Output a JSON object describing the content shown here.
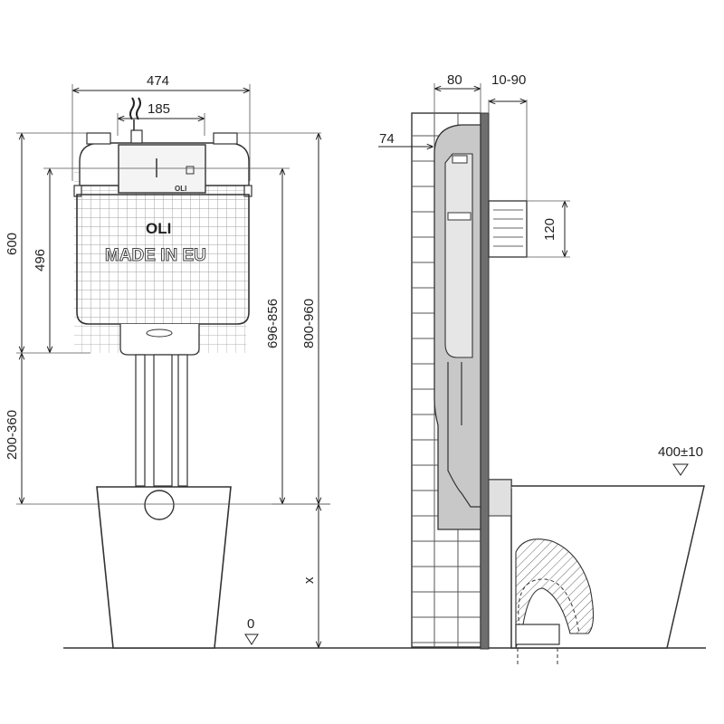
{
  "front_view": {
    "dim_width": "474",
    "dim_inlet_offset": "185",
    "dim_cistern_height": "600",
    "dim_frame_height": "496",
    "dim_leg_range": "200-360",
    "dim_outlet_range": "696-856",
    "dim_total_range": "800-960",
    "dim_floor_variable": "x",
    "dim_floor_zero": "0",
    "brand_logo": "OLI",
    "brand_badge": "OLI",
    "made_in_label": "MADE IN EU"
  },
  "side_view": {
    "dim_depth": "80",
    "dim_wall_range": "10-90",
    "dim_inner_depth": "74",
    "dim_button_height": "120",
    "dim_pan_height": "400±10"
  }
}
